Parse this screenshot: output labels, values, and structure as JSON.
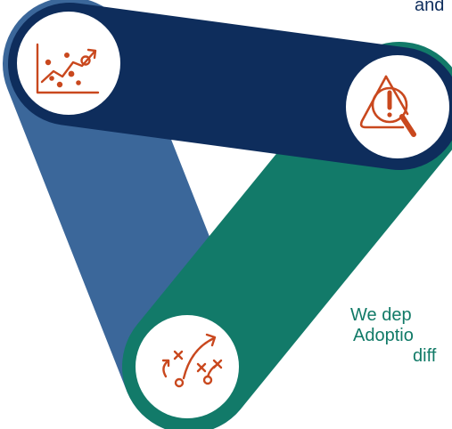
{
  "colors": {
    "navy_band": "#0e2d5c",
    "blue_band": "#3b679a",
    "teal_band": "#127a69",
    "icon_accent": "#c9481e",
    "icon_circle": "#ffffff"
  },
  "nodes": [
    {
      "icon": "trend-chart-icon"
    },
    {
      "icon": "alert-magnifier-icon"
    },
    {
      "icon": "strategy-play-icon"
    }
  ],
  "captions": {
    "top_fragment": "and",
    "right_lines": [
      "We dep",
      "Adoptio",
      "diff"
    ]
  }
}
